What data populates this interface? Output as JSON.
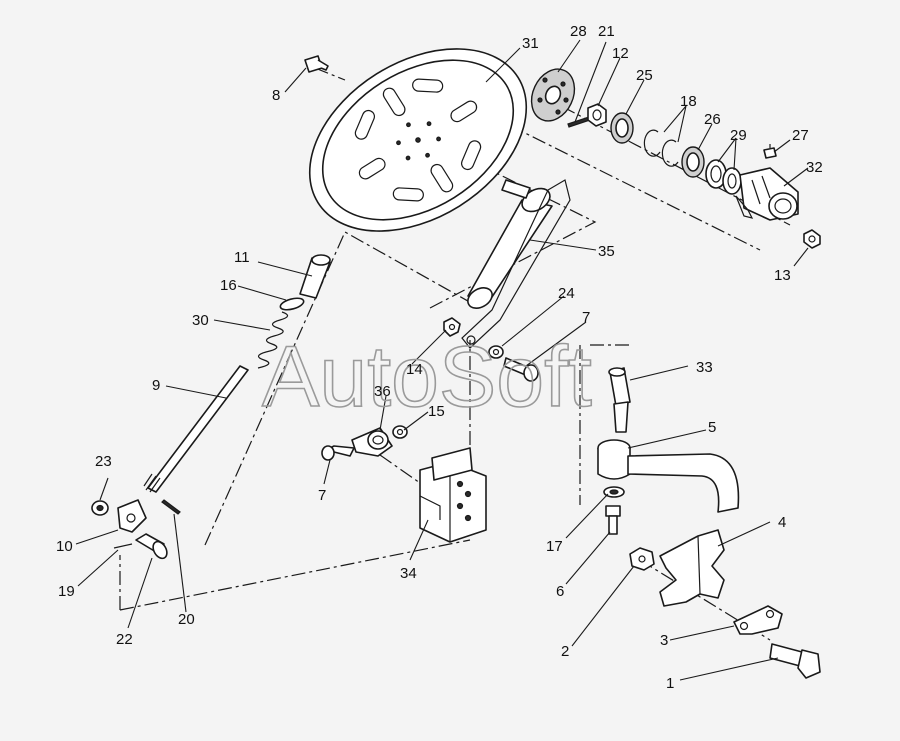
{
  "watermark": "AutoSoft",
  "callouts": [
    {
      "id": "c1",
      "text": "1"
    },
    {
      "id": "c2",
      "text": "2"
    },
    {
      "id": "c3",
      "text": "3"
    },
    {
      "id": "c4",
      "text": "4"
    },
    {
      "id": "c5",
      "text": "5"
    },
    {
      "id": "c6",
      "text": "6"
    },
    {
      "id": "c7a",
      "text": "7"
    },
    {
      "id": "c7b",
      "text": "7"
    },
    {
      "id": "c8",
      "text": "8"
    },
    {
      "id": "c9",
      "text": "9"
    },
    {
      "id": "c10",
      "text": "10"
    },
    {
      "id": "c11",
      "text": "11"
    },
    {
      "id": "c12",
      "text": "12"
    },
    {
      "id": "c13",
      "text": "13"
    },
    {
      "id": "c14",
      "text": "14"
    },
    {
      "id": "c15",
      "text": "15"
    },
    {
      "id": "c16",
      "text": "16"
    },
    {
      "id": "c17",
      "text": "17"
    },
    {
      "id": "c18",
      "text": "18"
    },
    {
      "id": "c19",
      "text": "19"
    },
    {
      "id": "c20",
      "text": "20"
    },
    {
      "id": "c21",
      "text": "21"
    },
    {
      "id": "c22",
      "text": "22"
    },
    {
      "id": "c23",
      "text": "23"
    },
    {
      "id": "c24",
      "text": "24"
    },
    {
      "id": "c25",
      "text": "25"
    },
    {
      "id": "c26",
      "text": "26"
    },
    {
      "id": "c27",
      "text": "27"
    },
    {
      "id": "c28",
      "text": "28"
    },
    {
      "id": "c29",
      "text": "29"
    },
    {
      "id": "c30",
      "text": "30"
    },
    {
      "id": "c31",
      "text": "31"
    },
    {
      "id": "c32",
      "text": "32"
    },
    {
      "id": "c33",
      "text": "33"
    },
    {
      "id": "c34",
      "text": "34"
    },
    {
      "id": "c35",
      "text": "35"
    },
    {
      "id": "c36",
      "text": "36"
    }
  ]
}
